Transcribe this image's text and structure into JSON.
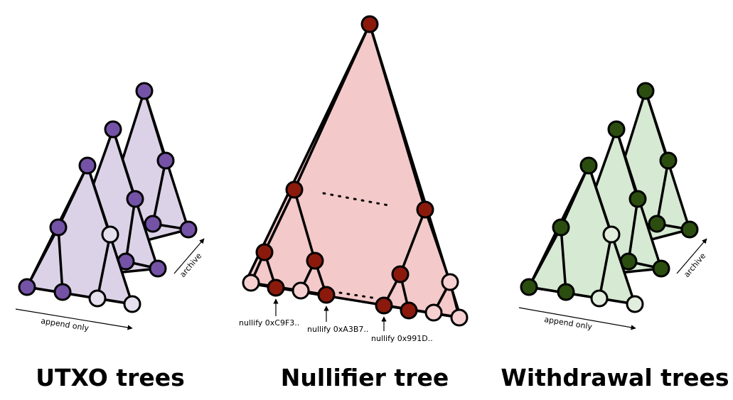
{
  "titles": {
    "utxo": "UTXO trees",
    "nullifier": "Nullifier tree",
    "withdrawal": "Withdrawal trees"
  },
  "axis_labels": {
    "utxo_append": "append only",
    "utxo_archive": "archive",
    "withdrawal_append": "append only",
    "withdrawal_archive": "archive"
  },
  "nullify_labels": [
    "nullify 0xC9F3..",
    "nullify 0xA3B7..",
    "nullify 0x991D.."
  ],
  "colors": {
    "utxo_fill": "#dcd2e8",
    "utxo_node": "#7453a6",
    "utxo_node_light": "#e6e0ee",
    "nullifier_fill": "#f4c9c9",
    "nullifier_node": "#8b1a0c",
    "nullifier_node_light": "#f6d0d0",
    "withdrawal_fill": "#d6e9d2",
    "withdrawal_node": "#2b4e10",
    "withdrawal_node_light": "#e2eedd"
  }
}
